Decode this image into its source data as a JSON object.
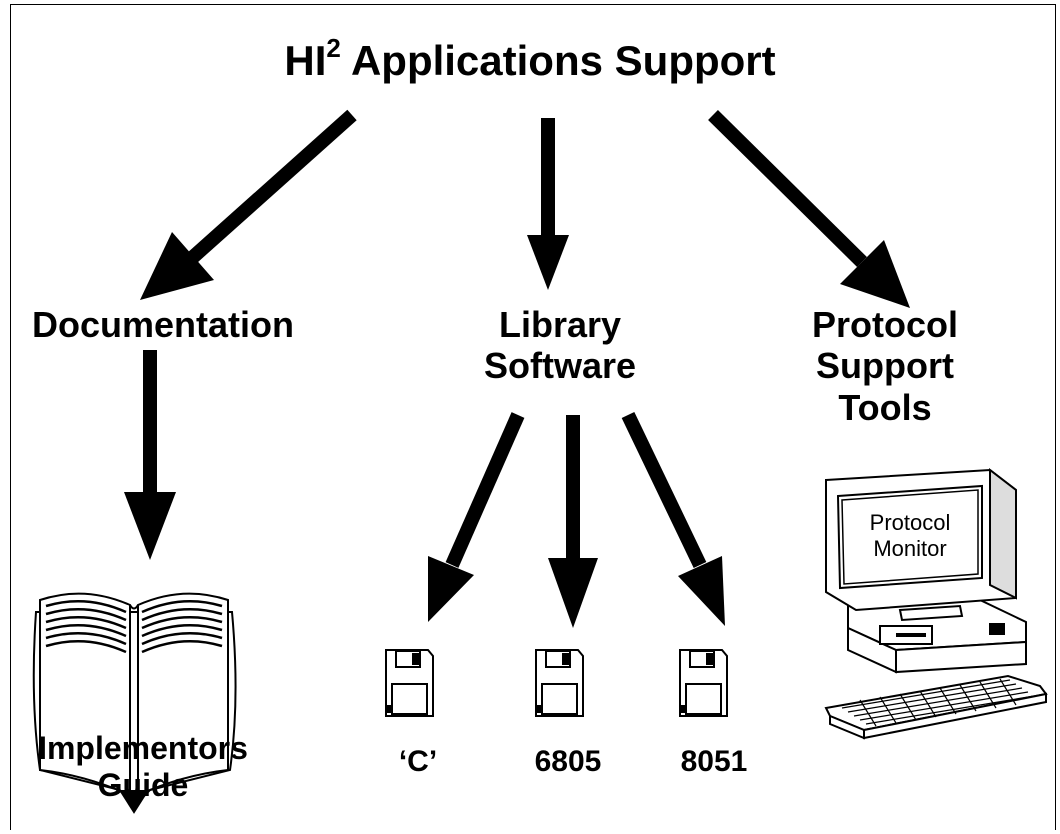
{
  "title": {
    "prefix": "HI",
    "superscript": "2",
    "suffix": " Applications Support"
  },
  "branches": {
    "documentation": {
      "label": "Documentation"
    },
    "library": {
      "line1": "Library",
      "line2": "Software"
    },
    "protocol": {
      "line1": "Protocol",
      "line2": "Support",
      "line3": "Tools"
    }
  },
  "outputs": {
    "guide": {
      "line1": "Implementors",
      "line2": "Guide"
    },
    "disks": [
      "‘C’",
      "6805",
      "8051"
    ],
    "monitor": {
      "line1": "Protocol",
      "line2": "Monitor"
    }
  },
  "icons": [
    "arrow-icon",
    "book-icon",
    "floppy-disk-icon",
    "computer-icon",
    "keyboard-icon"
  ]
}
